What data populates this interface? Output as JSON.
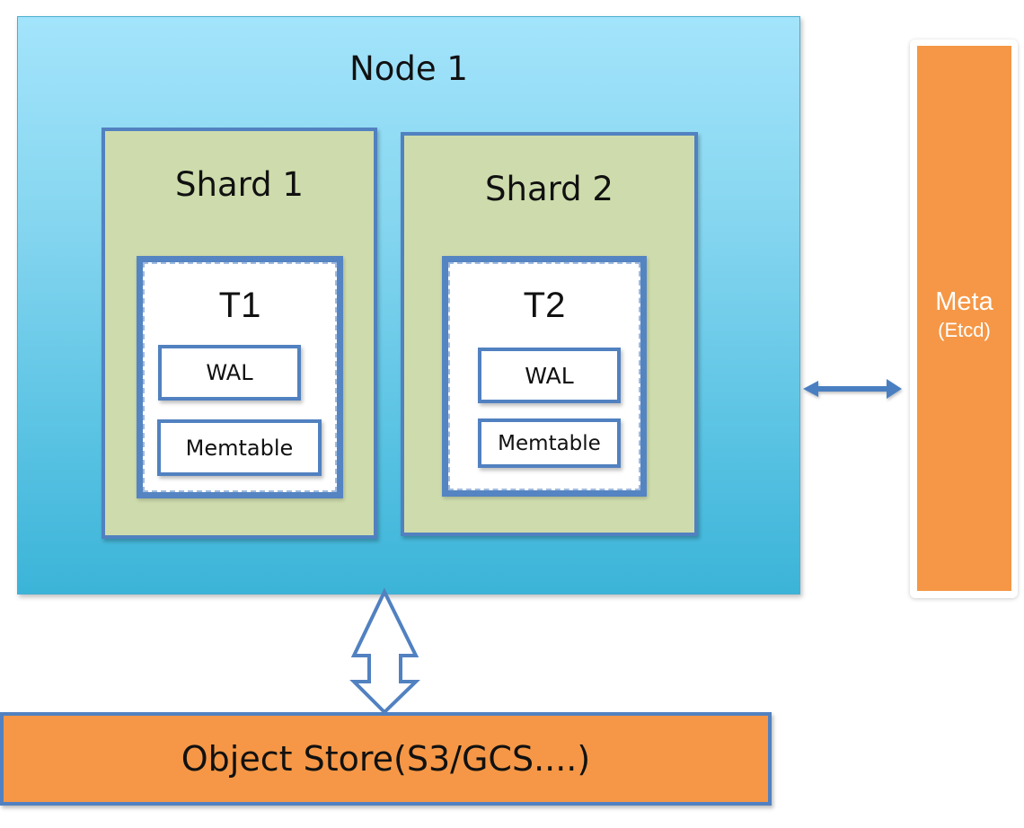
{
  "diagram": {
    "node": {
      "title": "Node 1"
    },
    "shards": [
      {
        "title": "Shard 1",
        "table": {
          "title": "T1",
          "components": [
            "WAL",
            "Memtable"
          ]
        }
      },
      {
        "title": "Shard 2",
        "table": {
          "title": "T2",
          "components": [
            "WAL",
            "Memtable"
          ]
        }
      }
    ],
    "meta": {
      "title": "Meta",
      "subtitle": "(Etcd)"
    },
    "object_store": {
      "label": "Object Store(S3/GCS....)"
    },
    "connections": [
      {
        "from": "Node 1",
        "to": "Meta",
        "type": "bidirectional"
      },
      {
        "from": "Node 1",
        "to": "Object Store",
        "type": "bidirectional"
      }
    ],
    "colors": {
      "node_fill": "#5dc4e4",
      "shard_fill": "#cedcad",
      "border_blue": "#5181c0",
      "orange": "#f59746"
    }
  }
}
